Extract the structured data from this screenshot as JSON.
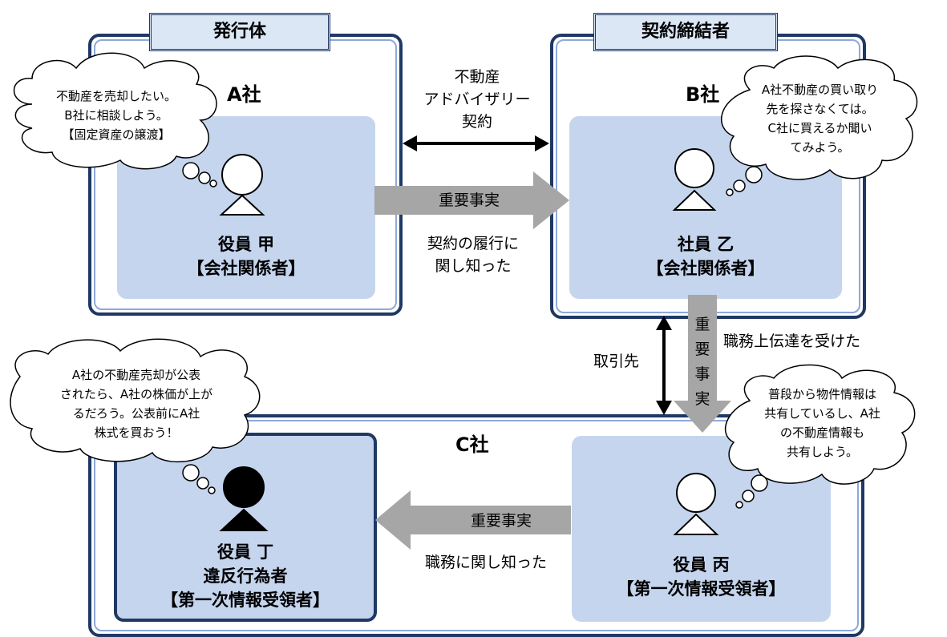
{
  "tabs": {
    "issuer": "発行体",
    "contractor": "契約締結者"
  },
  "companies": {
    "a": "A社",
    "b": "B社",
    "c": "C社"
  },
  "persons": {
    "otsu_a": {
      "title": "役員 甲",
      "role": "【会社関係者】"
    },
    "b": {
      "title": "社員 乙",
      "role": "【会社関係者】"
    },
    "hei": {
      "title": "役員 丙",
      "role": "【第一次情報受領者】"
    },
    "tei": {
      "title": "役員 丁",
      "sub": "違反行為者",
      "role": "【第一次情報受領者】"
    }
  },
  "arrows": {
    "advisory_l1": "不動産",
    "advisory_l2": "アドバイザリー",
    "advisory_l3": "契約",
    "fact_ab": "重要事実",
    "fact_ab_note_l1": "契約の履行に",
    "fact_ab_note_l2": "関し知った",
    "fact_down_chars": [
      "重",
      "要",
      "事",
      "実"
    ],
    "duty_received": "職務上伝達を受けた",
    "trade_partner": "取引先",
    "fact_c": "重要事実",
    "fact_c_note": "職務に関し知った"
  },
  "clouds": {
    "a": [
      "不動産を売却したい。",
      "B社に相談しよう。",
      "【固定資産の譲渡】"
    ],
    "b": [
      "A社不動産の買い取り",
      "先を探さなくては。",
      "C社に買えるか聞い",
      "てみよう。"
    ],
    "hei": [
      "普段から物件情報は",
      "共有しているし、A社",
      "の不動産情報も",
      "共有しよう。"
    ],
    "tei": [
      "A社の不動産売却が公表",
      "されたら、A社の株価が上が",
      "るだろう。公表前にA社",
      "株式を買おう！"
    ]
  },
  "colors": {
    "border": "#1f3864",
    "inner": "#c5d5ee",
    "arrow": "#a6a6a6",
    "tab": "#dbe7f5"
  }
}
